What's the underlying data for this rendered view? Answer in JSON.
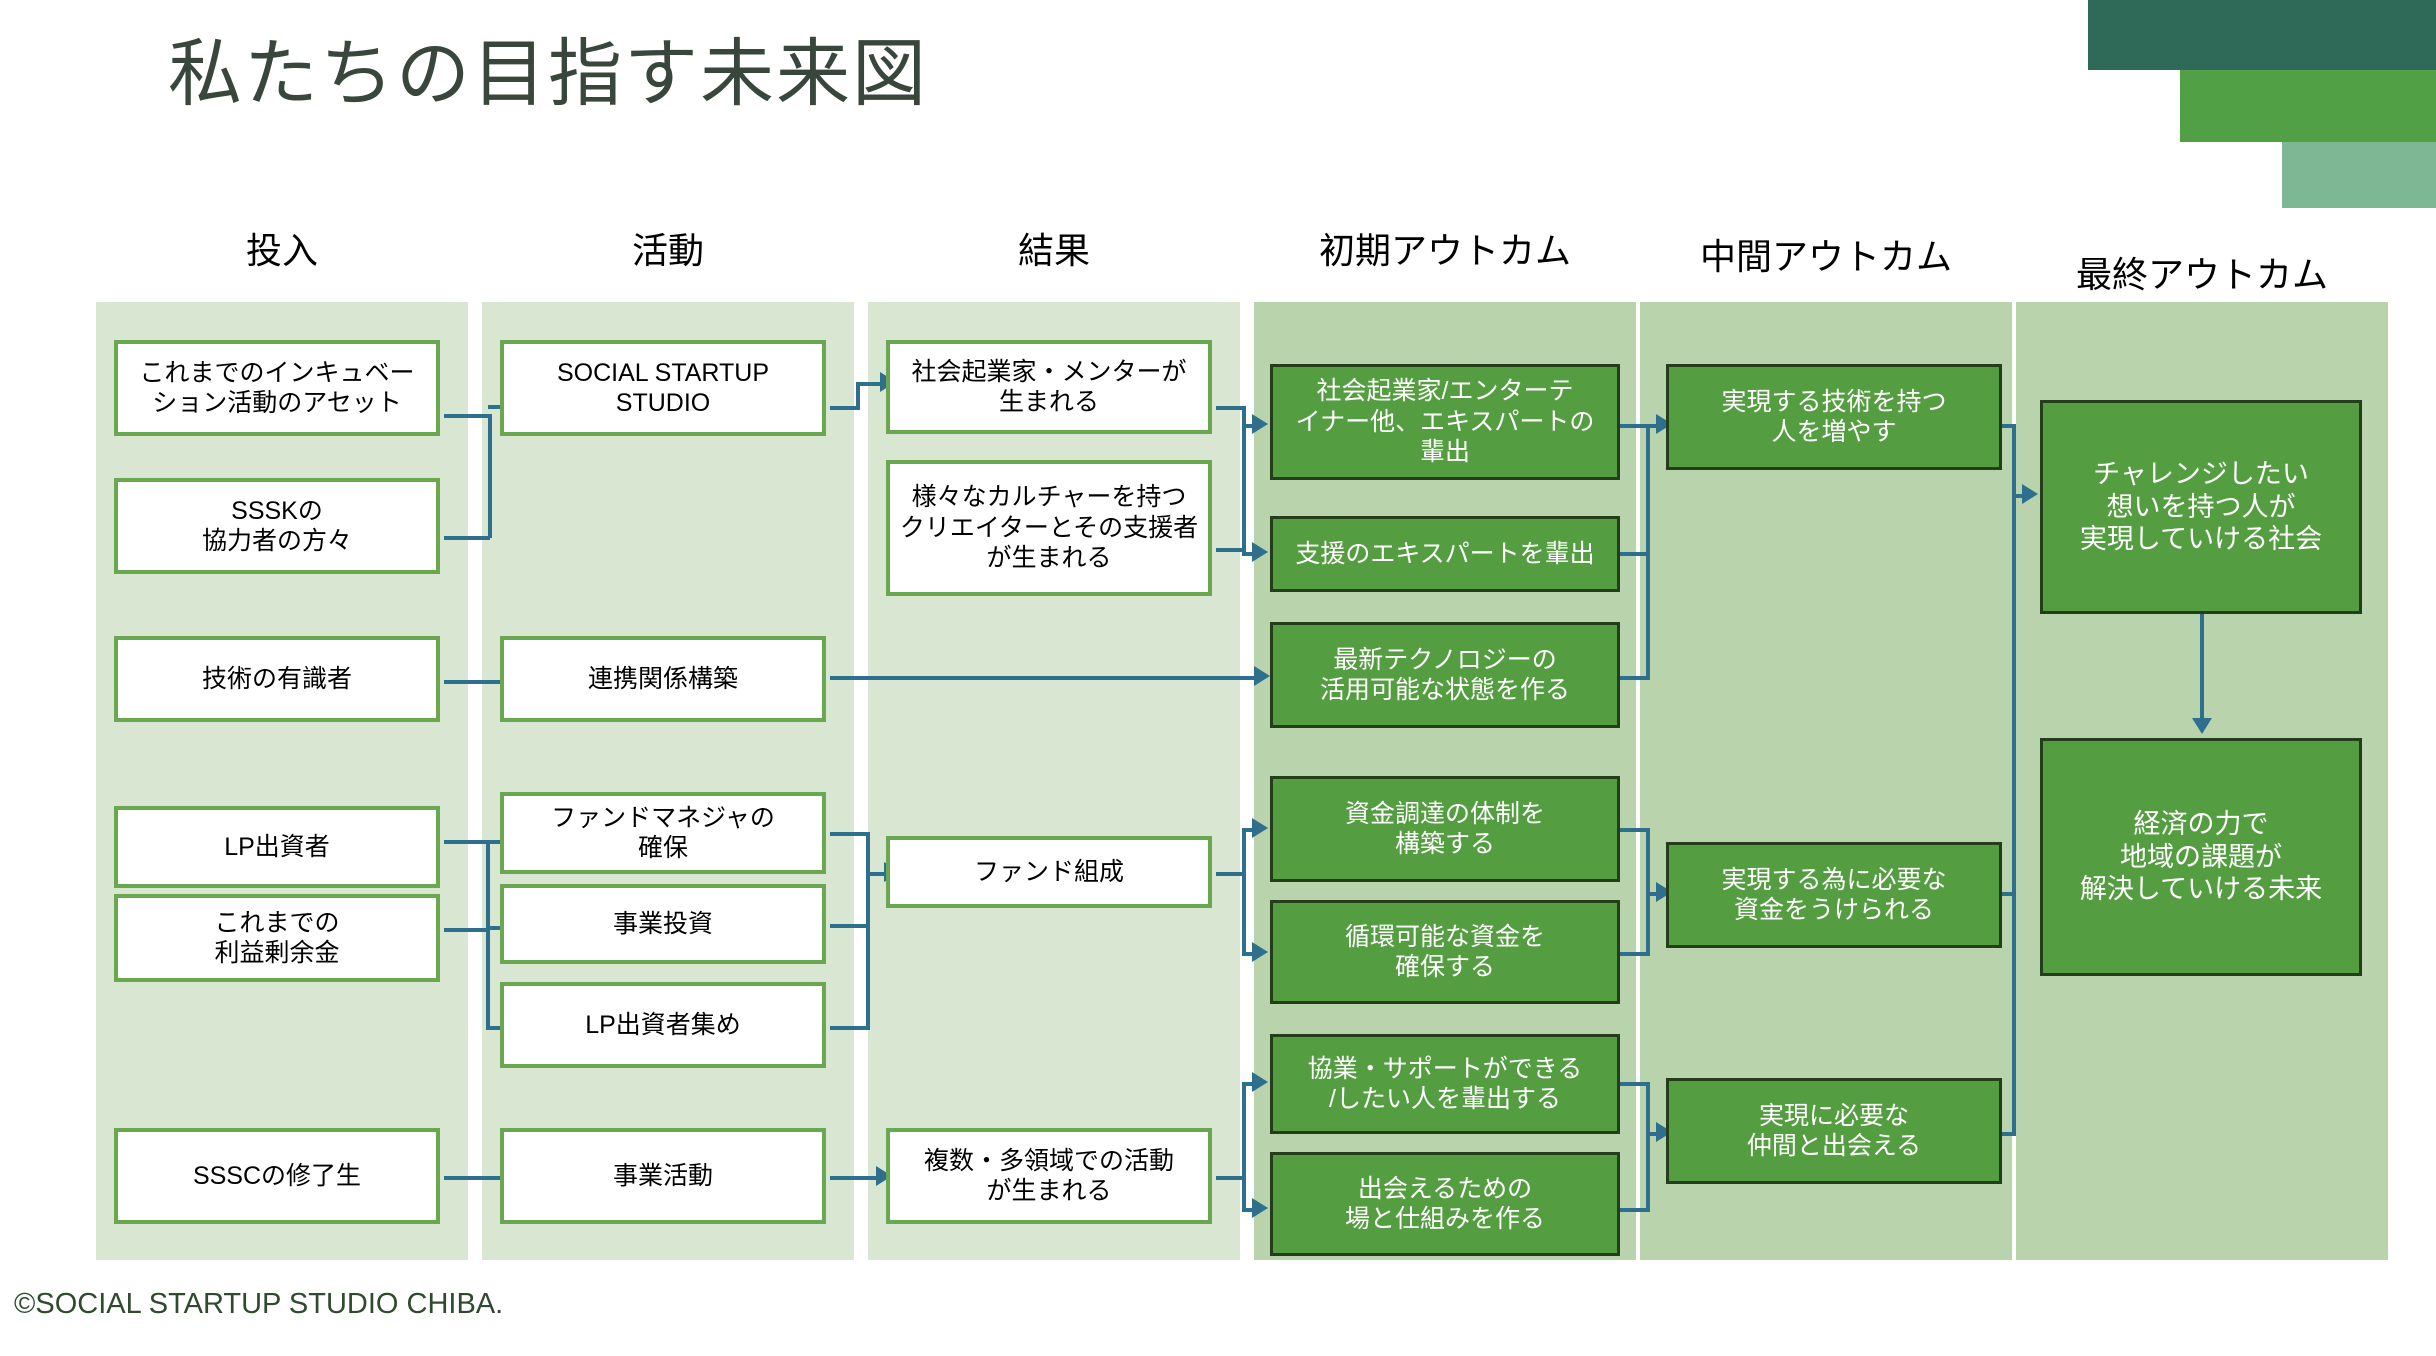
{
  "slide": {
    "title": "私たちの目指す未来図",
    "footer": "©SOCIAL STARTUP STUDIO CHIBA.",
    "colors": {
      "deco_dark": "#2f6a58",
      "deco_mid": "#52a046",
      "deco_light": "#7db793",
      "panel_light": "#d9e7d2",
      "panel_deep": "#b9d3ad",
      "node_green": "#549e41",
      "node_border_white": "#6aa84f",
      "node_border_green": "#243d1b",
      "connector": "#2e6f8e",
      "title_text": "#38463c",
      "footer_text": "#2f4a2f"
    }
  },
  "columns": [
    {
      "key": "input",
      "header": "投入"
    },
    {
      "key": "activity",
      "header": "活動"
    },
    {
      "key": "output",
      "header": "結果"
    },
    {
      "key": "early_outcome",
      "header": "初期アウトカム"
    },
    {
      "key": "mid_outcome",
      "header": "中間アウトカム"
    },
    {
      "key": "final_outcome",
      "header": "最終アウトカム"
    }
  ],
  "nodes": {
    "input": [
      {
        "id": "in1",
        "label": "これまでのインキュベー\nション活動のアセット"
      },
      {
        "id": "in2",
        "label": "SSSKの\n協力者の方々"
      },
      {
        "id": "in3",
        "label": "技術の有識者"
      },
      {
        "id": "in4",
        "label": "LP出資者"
      },
      {
        "id": "in5",
        "label": "これまでの\n利益剰余金"
      },
      {
        "id": "in6",
        "label": "SSSCの修了生"
      }
    ],
    "activity": [
      {
        "id": "ac1",
        "label": "SOCIAL STARTUP\nSTUDIO"
      },
      {
        "id": "ac2",
        "label": "連携関係構築"
      },
      {
        "id": "ac3",
        "label": "ファンドマネジャの\n確保"
      },
      {
        "id": "ac4",
        "label": "事業投資"
      },
      {
        "id": "ac5",
        "label": "LP出資者集め"
      },
      {
        "id": "ac6",
        "label": "事業活動"
      }
    ],
    "output": [
      {
        "id": "ou1",
        "label": "社会起業家・メンターが\n生まれる"
      },
      {
        "id": "ou2",
        "label": "様々なカルチャーを持つ\nクリエイターとその支援者\nが生まれる"
      },
      {
        "id": "ou3",
        "label": "ファンド組成"
      },
      {
        "id": "ou4",
        "label": "複数・多領域での活動\nが生まれる"
      }
    ],
    "early_outcome": [
      {
        "id": "e1",
        "label": "社会起業家/エンターテ\nイナー他、エキスパートの\n輩出"
      },
      {
        "id": "e2",
        "label": "支援のエキスパートを輩出"
      },
      {
        "id": "e3",
        "label": "最新テクノロジーの\n活用可能な状態を作る"
      },
      {
        "id": "e4",
        "label": "資金調達の体制を\n構築する"
      },
      {
        "id": "e5",
        "label": "循環可能な資金を\n確保する"
      },
      {
        "id": "e6",
        "label": "協業・サポートができる\n/したい人を輩出する"
      },
      {
        "id": "e7",
        "label": "出会えるための\n場と仕組みを作る"
      }
    ],
    "mid_outcome": [
      {
        "id": "m1",
        "label": "実現する技術を持つ\n人を増やす"
      },
      {
        "id": "m2",
        "label": "実現する為に必要な\n資金をうけられる"
      },
      {
        "id": "m3",
        "label": "実現に必要な\n仲間と出会える"
      }
    ],
    "final_outcome": [
      {
        "id": "f1",
        "label": "チャレンジしたい\n想いを持つ人が\n実現していける社会"
      },
      {
        "id": "f2",
        "label": "経済の力で\n地域の課題が\n解決していける未来"
      }
    ]
  }
}
